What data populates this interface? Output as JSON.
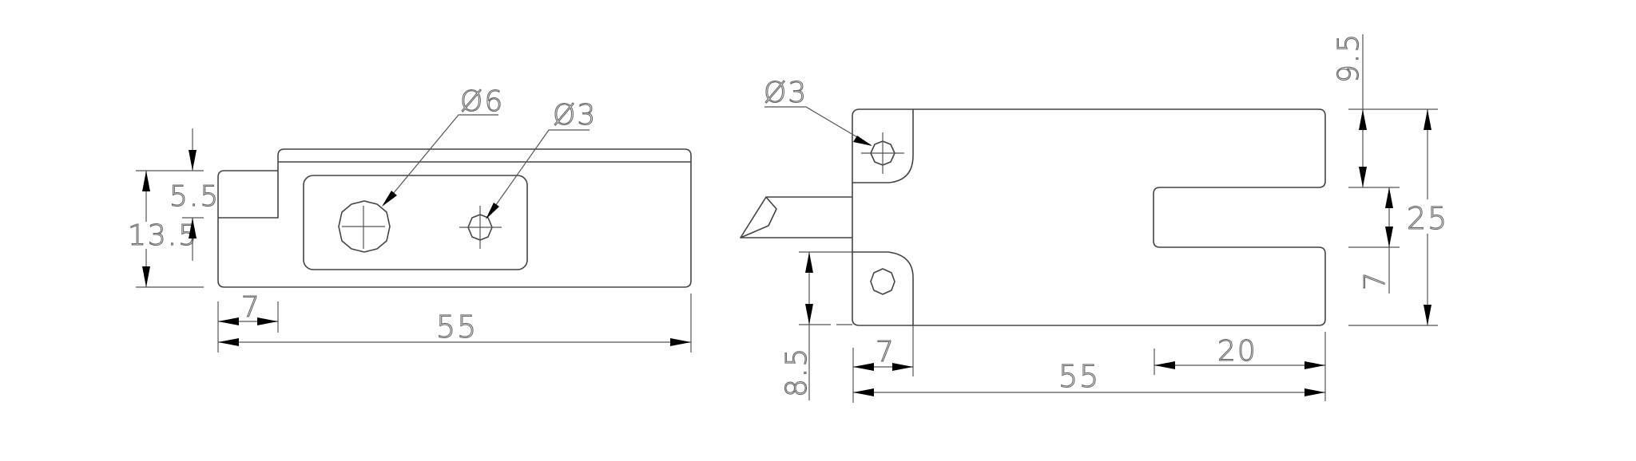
{
  "colors": {
    "line": "#444444",
    "dim_line": "#555555",
    "arrow": "#000000",
    "text": "#666666",
    "background": "#ffffff"
  },
  "views": {
    "side_view": {
      "hole_labels": {
        "large": "Ø6",
        "small": "Ø3"
      },
      "dimensions": {
        "overall_height": "13.5",
        "step_height": "5.5",
        "step_length": "7",
        "overall_length": "55"
      }
    },
    "top_view": {
      "hole_label": "Ø3",
      "dimensions": {
        "slot_offset": "9.5",
        "slot_width": "7",
        "overall_width": "25",
        "lug_length": "7",
        "overall_length": "55",
        "slot_depth": "20",
        "lug_offset": "8.5"
      }
    }
  }
}
